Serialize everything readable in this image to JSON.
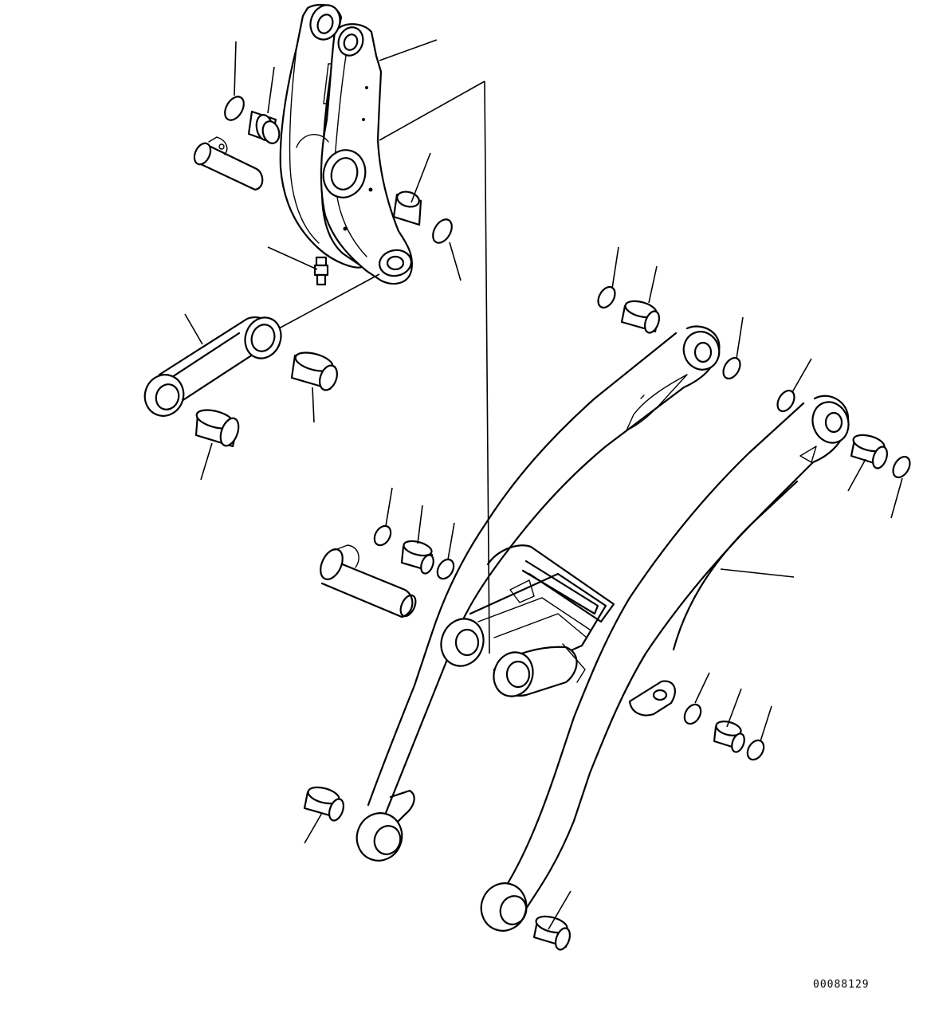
{
  "drawing": {
    "document_number": "00088129",
    "line_color": "#000000",
    "background_color": "#ffffff",
    "parts": [
      "bell-crank",
      "bell-crank-pin",
      "grease-fitting",
      "tilt-link",
      "tilt-link-bushings",
      "center-pin",
      "lift-arm-left",
      "lift-arm-right",
      "cross-tube",
      "cylinder-boss-plate",
      "lift-arm-bushings",
      "seal-rings",
      "leader-lines"
    ]
  }
}
